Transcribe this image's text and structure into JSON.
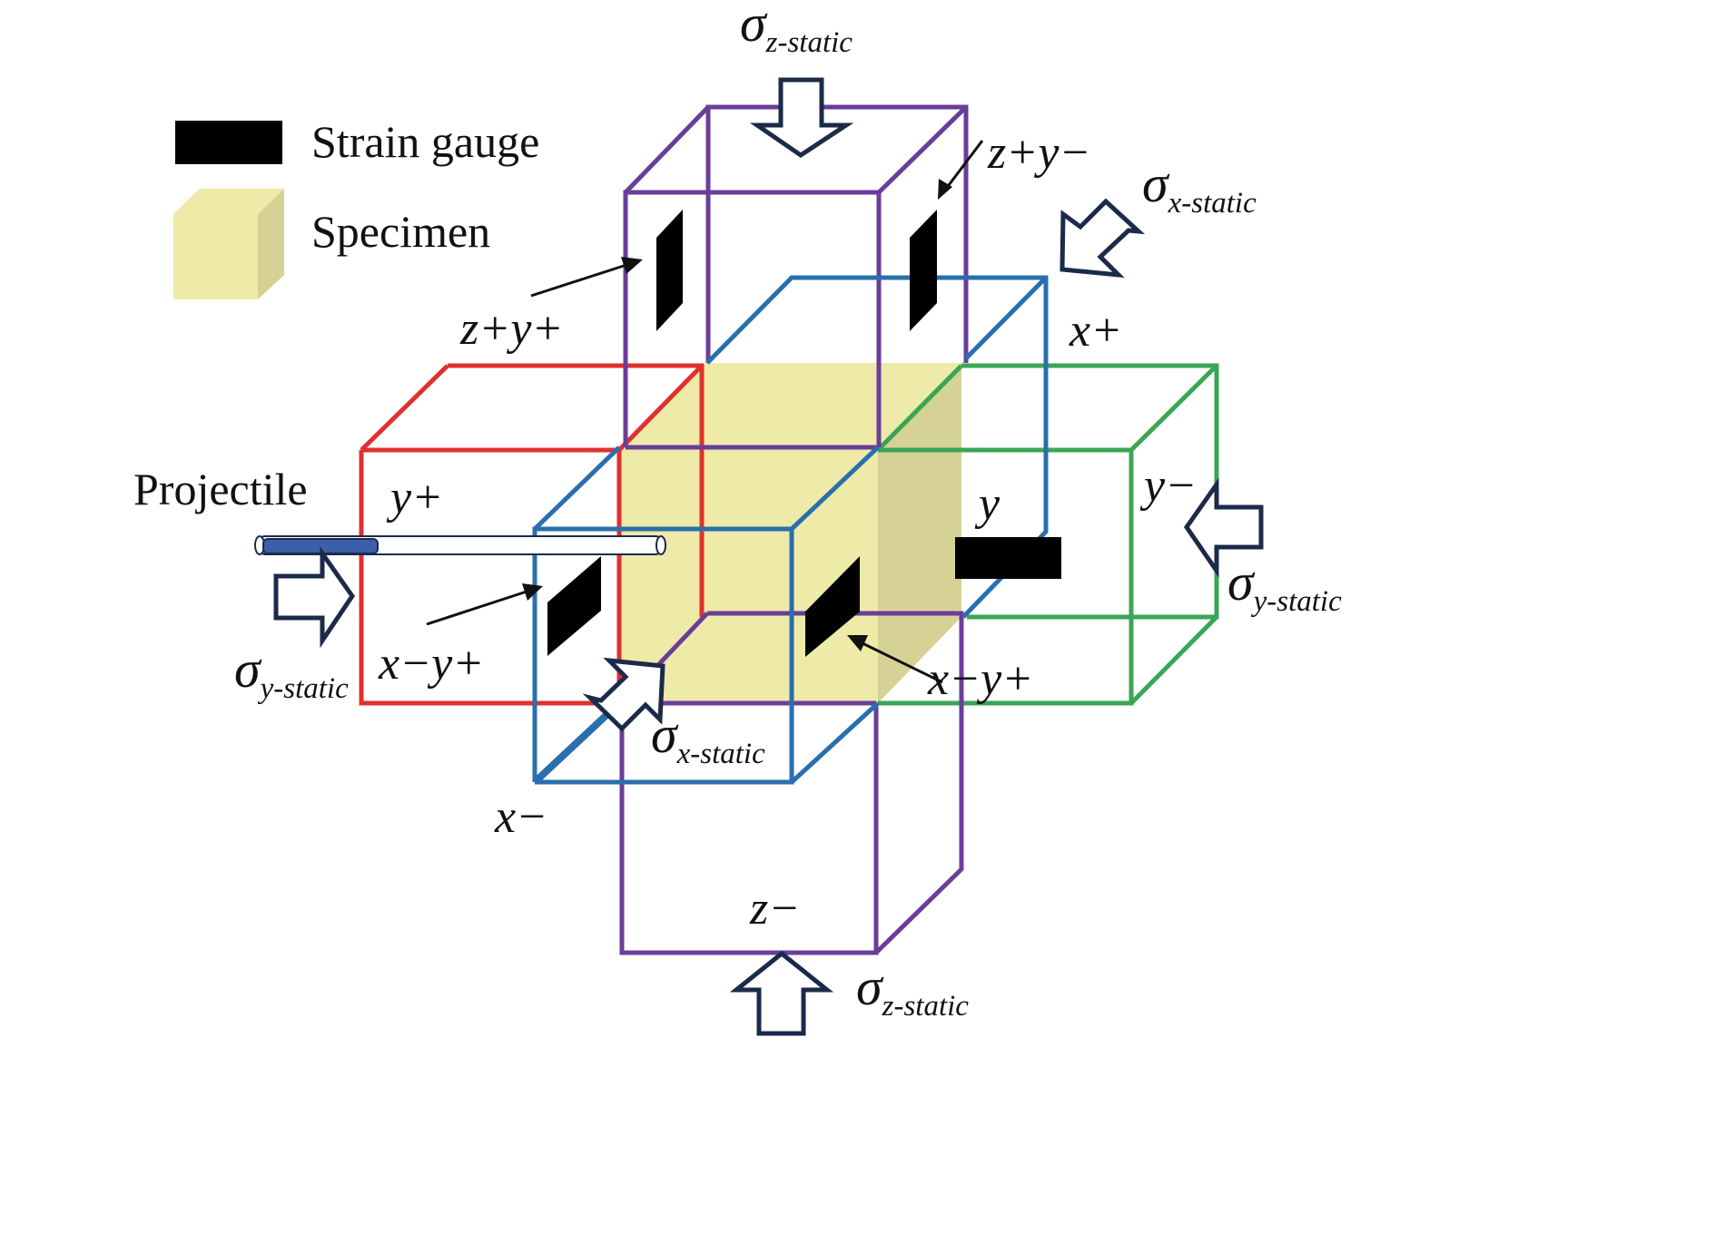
{
  "legend": {
    "strain_gauge_label": "Strain gauge",
    "specimen_label": "Specimen"
  },
  "colors": {
    "bar_x": "#2a6fad",
    "bar_y_plus": "#e03030",
    "bar_y_minus": "#3aa655",
    "bar_z": "#6a3d9a",
    "specimen": "#eeeaa8",
    "gauge": "#000000",
    "arrow_stroke": "#1c2a4a",
    "projectile": "#3b5fa8"
  },
  "labels": {
    "projectile": "Projectile",
    "z_plus_y_minus": "z+y−",
    "z_plus_y_plus": "z+y+",
    "x_plus": "x+",
    "y_plus": "y+",
    "y": "y",
    "y_minus": "y−",
    "x_minus_y_plus_left": "x−y+",
    "x_minus_y_plus_right": "x−y+",
    "x_minus": "x−",
    "z_minus": "z−"
  },
  "stresses": {
    "z_top": {
      "sigma": "σ",
      "sub": "z-static"
    },
    "x_right": {
      "sigma": "σ",
      "sub": "x-static"
    },
    "y_right": {
      "sigma": "σ",
      "sub": "y-static"
    },
    "y_left": {
      "sigma": "σ",
      "sub": "y-static"
    },
    "x_center": {
      "sigma": "σ",
      "sub": "x-static"
    },
    "z_bottom": {
      "sigma": "σ",
      "sub": "z-static"
    }
  }
}
